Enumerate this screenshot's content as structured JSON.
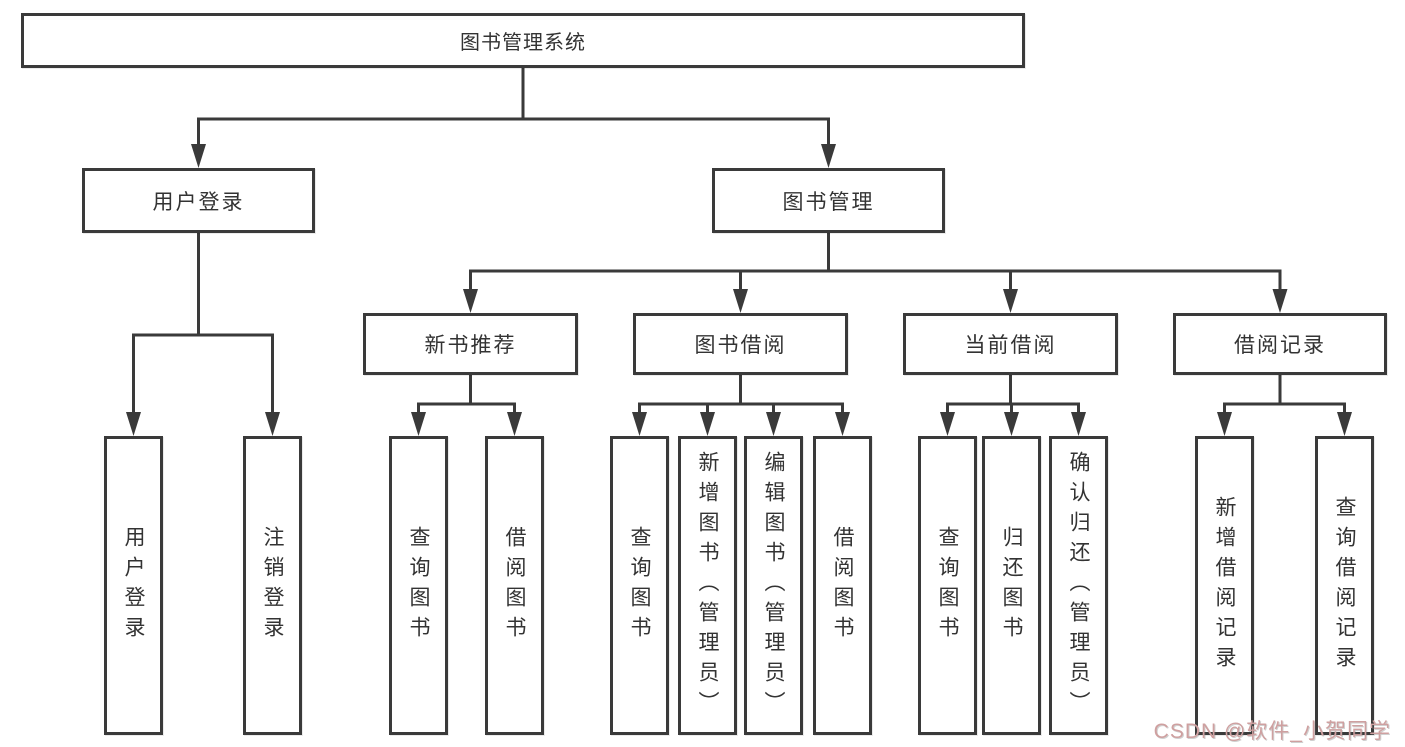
{
  "diagram": {
    "title": "图书管理系统",
    "root": {
      "label": "图书管理系统"
    },
    "level2": [
      {
        "label": "用户登录"
      },
      {
        "label": "图书管理"
      }
    ],
    "level3": [
      {
        "label": "新书推荐"
      },
      {
        "label": "图书借阅"
      },
      {
        "label": "当前借阅"
      },
      {
        "label": "借阅记录"
      }
    ],
    "leaves": {
      "login": [
        {
          "label": "用户登录"
        },
        {
          "label": "注销登录"
        }
      ],
      "newbook": [
        {
          "label": "查询图书"
        },
        {
          "label": "借阅图书"
        }
      ],
      "borrow": [
        {
          "label": "查询图书"
        },
        {
          "label": "新增图书（管理员）"
        },
        {
          "label": "编辑图书（管理员）"
        },
        {
          "label": "借阅图书"
        }
      ],
      "current": [
        {
          "label": "查询图书"
        },
        {
          "label": "归还图书"
        },
        {
          "label": "确认归还（管理员）"
        }
      ],
      "records": [
        {
          "label": "新增借阅记录"
        },
        {
          "label": "查询借阅记录"
        }
      ]
    }
  },
  "watermark": {
    "text": "CSDN @软件_小贺同学"
  },
  "colors": {
    "line": "#3a3a3a",
    "text": "#333333",
    "watermark": "#cfa0a0",
    "background": "#ffffff"
  }
}
